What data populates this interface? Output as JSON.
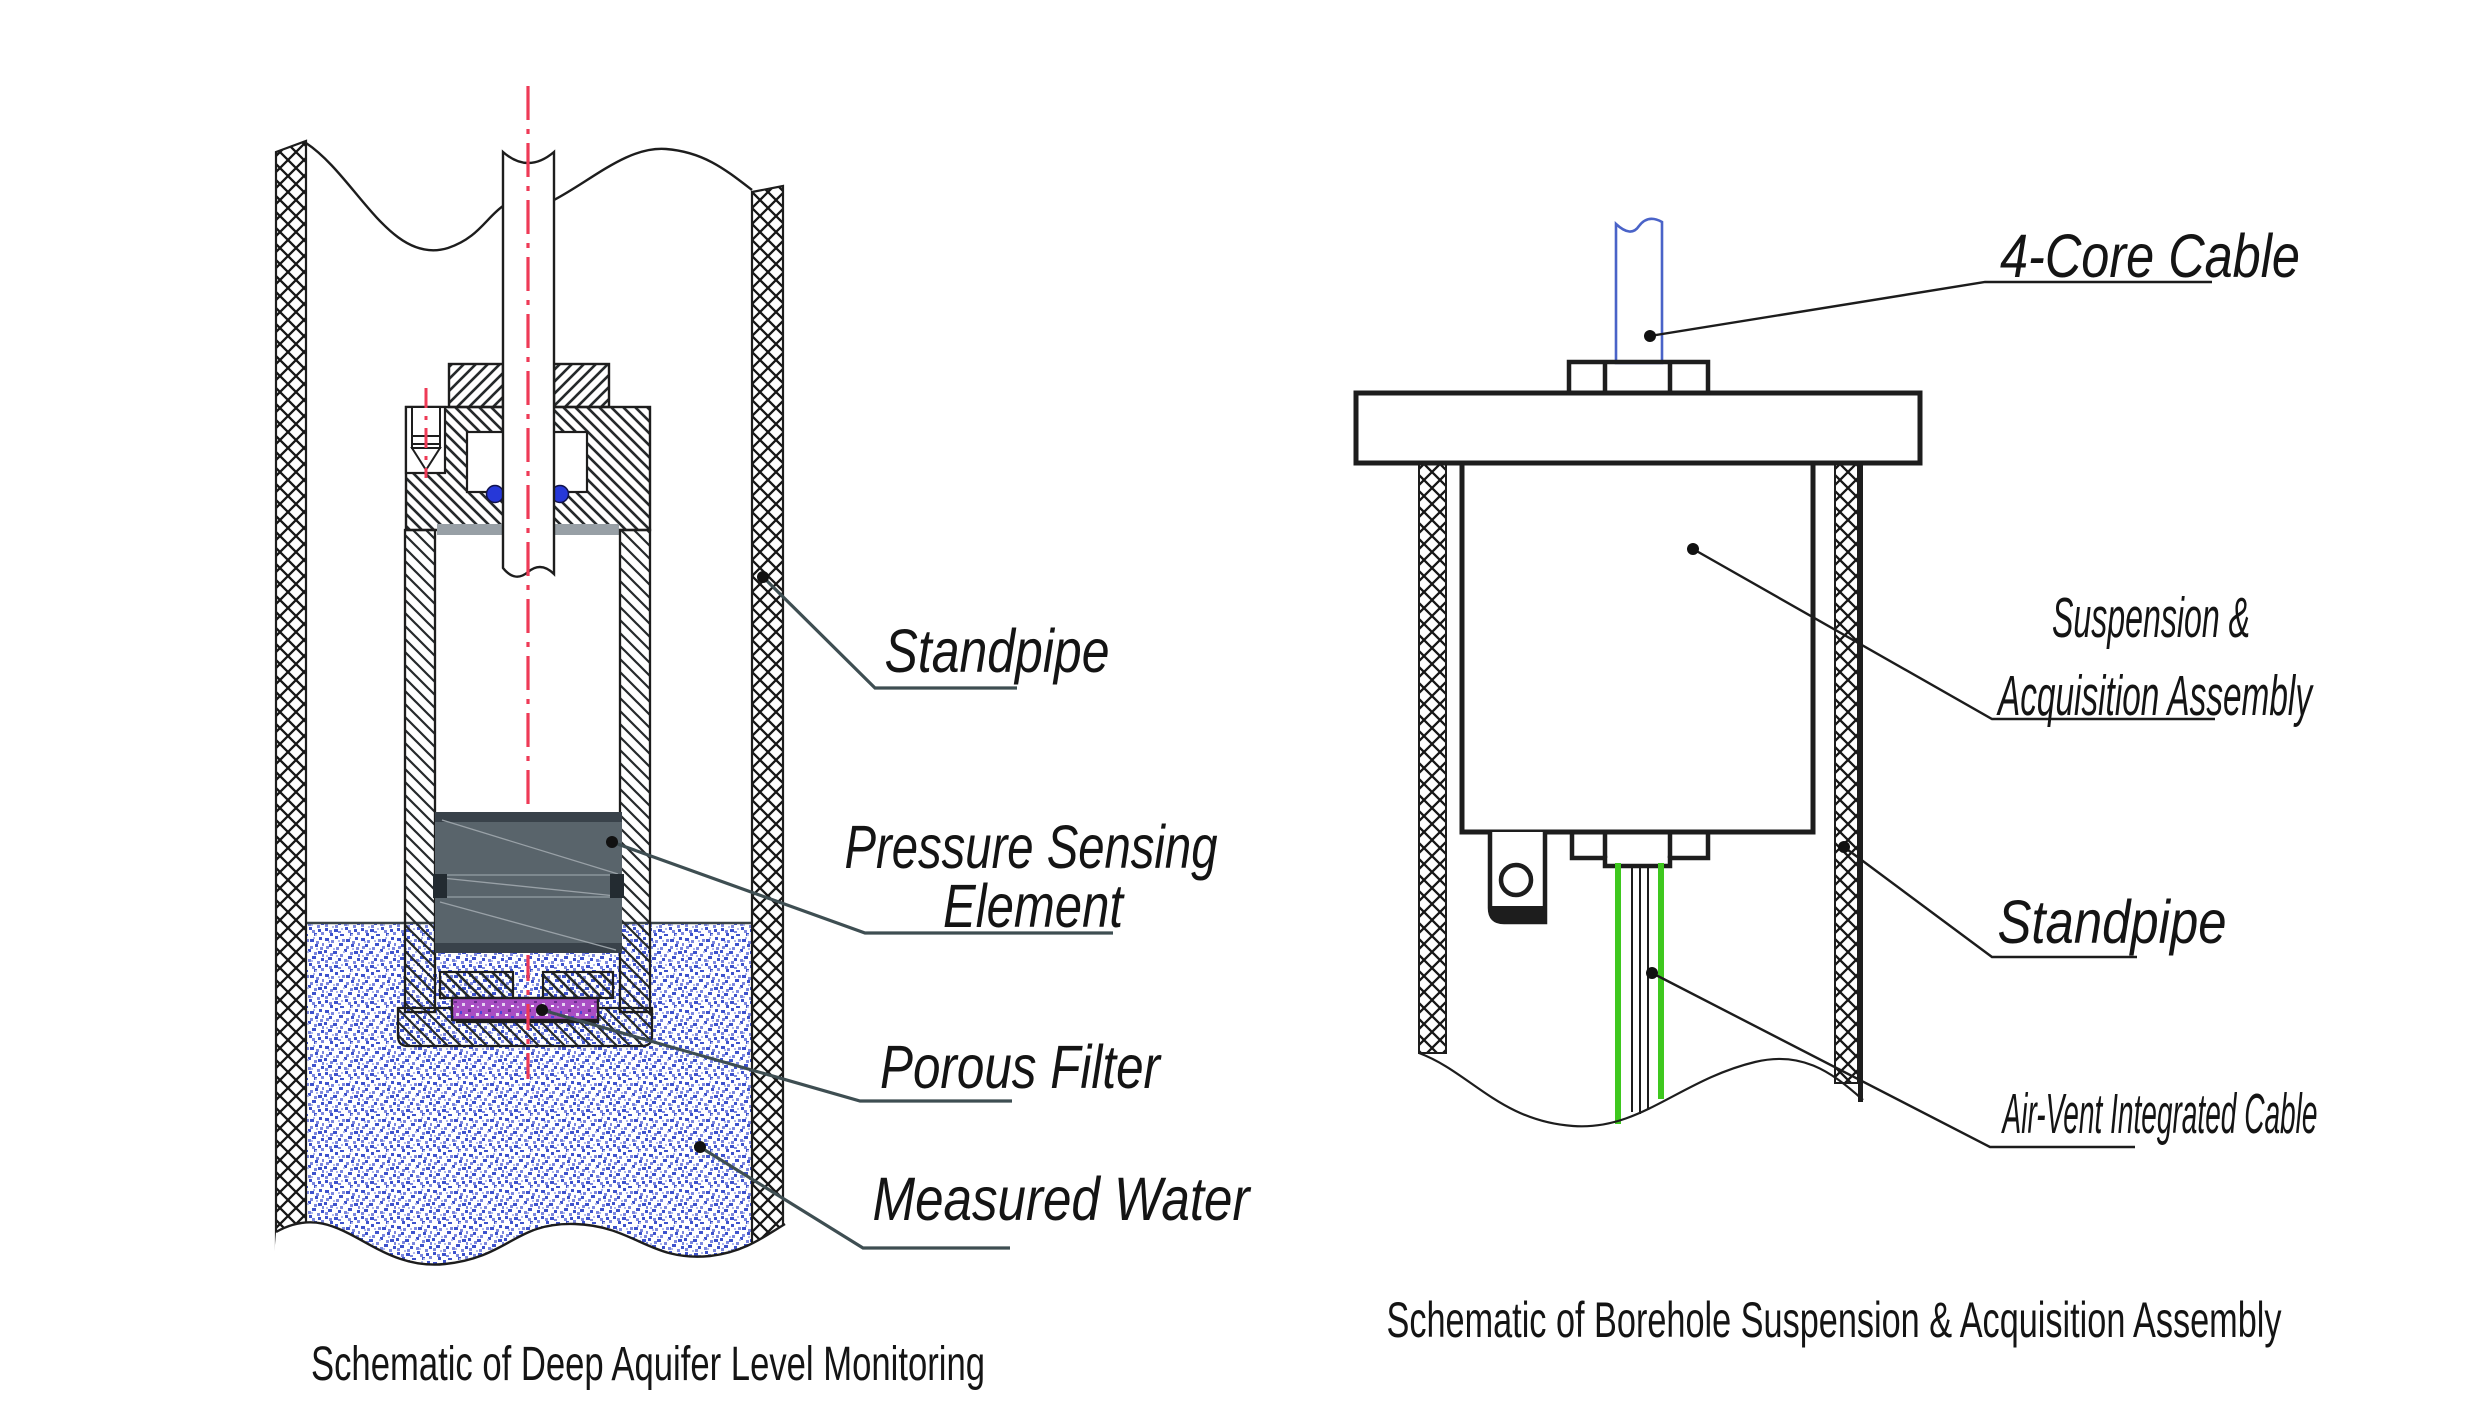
{
  "left_diagram": {
    "caption": "Schematic of Deep Aquifer Level Monitoring",
    "labels": {
      "standpipe": "Standpipe",
      "pressure_sensing_line1": "Pressure Sensing",
      "pressure_sensing_line2": "Element",
      "porous_filter": "Porous Filter",
      "measured_water": "Measured Water"
    }
  },
  "right_diagram": {
    "caption": "Schematic of Borehole Suspension & Acquisition Assembly",
    "labels": {
      "four_core_cable": "4-Core  Cable",
      "suspension_line1": "Suspension &",
      "suspension_line2": "Acquisition Assembly",
      "standpipe": "Standpipe",
      "air_vent_cable": "Air-Vent Integrated Cable"
    }
  },
  "colors": {
    "line_black": "#1d1d1d",
    "centerline_red": "#ee3a56",
    "cable_green": "#3ec81e",
    "cable_blue": "#4a63c8",
    "water_blue": "#3b50cc",
    "filter_purple": "#a852c6",
    "oring_blue": "#2638d8",
    "sensor_gray": "#59646b",
    "leader_gray": "#3e4e52"
  }
}
